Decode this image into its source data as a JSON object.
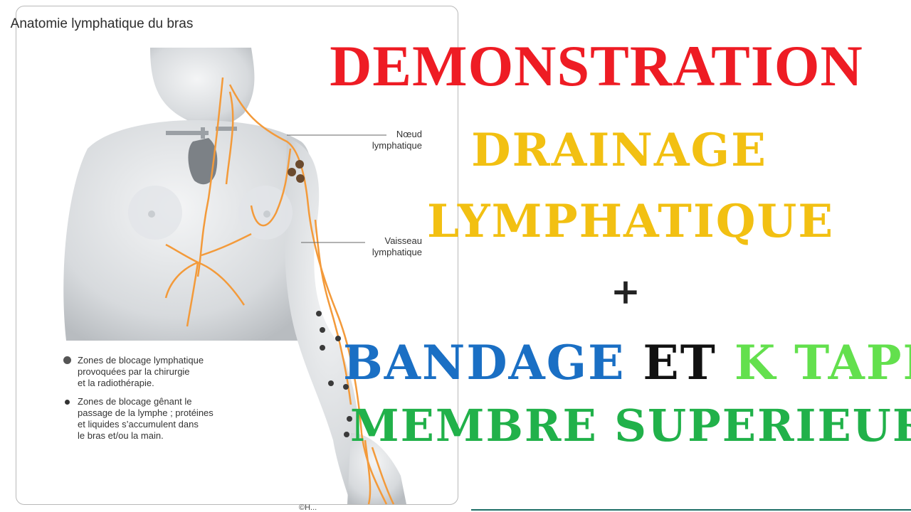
{
  "illustration": {
    "title": "Anatomie lymphatique du bras",
    "label_node": [
      "Nœud",
      "lymphatique"
    ],
    "label_vessel": [
      "Vaisseau",
      "lymphatique"
    ],
    "legend": [
      {
        "lines": [
          "Zones de blocage lymphatique",
          "provoquées par la chirurgie",
          "et la radiothérapie."
        ]
      },
      {
        "lines": [
          "Zones de blocage gênant le",
          "passage de la lymphe ; protéines",
          "et liquides s’accumulent dans",
          "le bras et/ou la main."
        ]
      }
    ],
    "credit": "©Н..."
  },
  "headline": {
    "title": "DEMONSTRATION",
    "line1": "DRAINAGE",
    "line2": "LYMPHATIQUE",
    "plus": "+",
    "bandage": "BANDAGE",
    "et": "ET",
    "ktape": "K TAPE",
    "membre": "MEMBRE SUPERIEUR"
  },
  "colors": {
    "title_red": "#ee1c24",
    "yellow": "#f2c012",
    "blue": "#1a6fc4",
    "light_green": "#63e04d",
    "green": "#21b14a",
    "lymph_orange": "#f39a3a"
  }
}
